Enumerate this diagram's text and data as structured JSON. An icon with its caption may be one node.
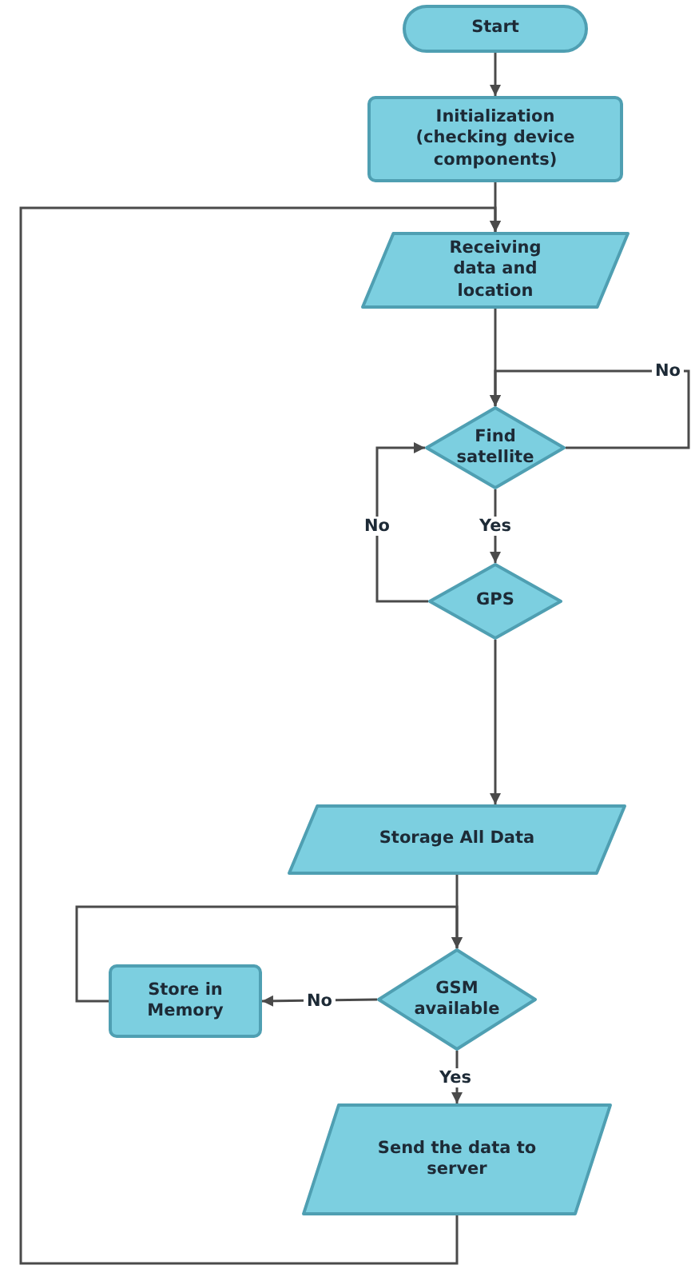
{
  "diagram": {
    "nodes": [
      {
        "text": [
          "Start"
        ]
      },
      {
        "text": [
          "Initialization (checking device components)"
        ]
      },
      {
        "text": [
          "Receiving data and location"
        ]
      },
      {
        "text": [
          "Find satellite"
        ]
      },
      {
        "text": [
          "GPS"
        ]
      },
      {
        "text": [
          "Storage All Data"
        ]
      },
      {
        "text": [
          "GSM available"
        ]
      },
      {
        "text": [
          "Store in Memory"
        ]
      },
      {
        "text": [
          "Send the data to server"
        ]
      }
    ],
    "edges": [
      {
        "from": 0,
        "to": 1,
        "arrow": "to"
      },
      {
        "from": 1,
        "to": 2,
        "arrow": "to"
      },
      {
        "from": 8,
        "to": 2,
        "arrow": "to"
      },
      {
        "from": 2,
        "to": 3,
        "arrow": "to"
      },
      {
        "from": 3,
        "to": 3,
        "label": "No",
        "arrow": "to"
      },
      {
        "from": 3,
        "to": 4,
        "label": "Yes",
        "arrow": "to"
      },
      {
        "from": 4,
        "to": 3,
        "label": "No",
        "arrow": "to"
      },
      {
        "from": 4,
        "to": 5,
        "arrow": "to"
      },
      {
        "from": 5,
        "to": 6,
        "arrow": "to"
      },
      {
        "from": 6,
        "to": 7,
        "label": "No",
        "arrow": "to"
      },
      {
        "from": 7,
        "to": 6,
        "arrow": "to"
      },
      {
        "from": 6,
        "to": 8,
        "label": "Yes",
        "arrow": "to"
      }
    ]
  }
}
